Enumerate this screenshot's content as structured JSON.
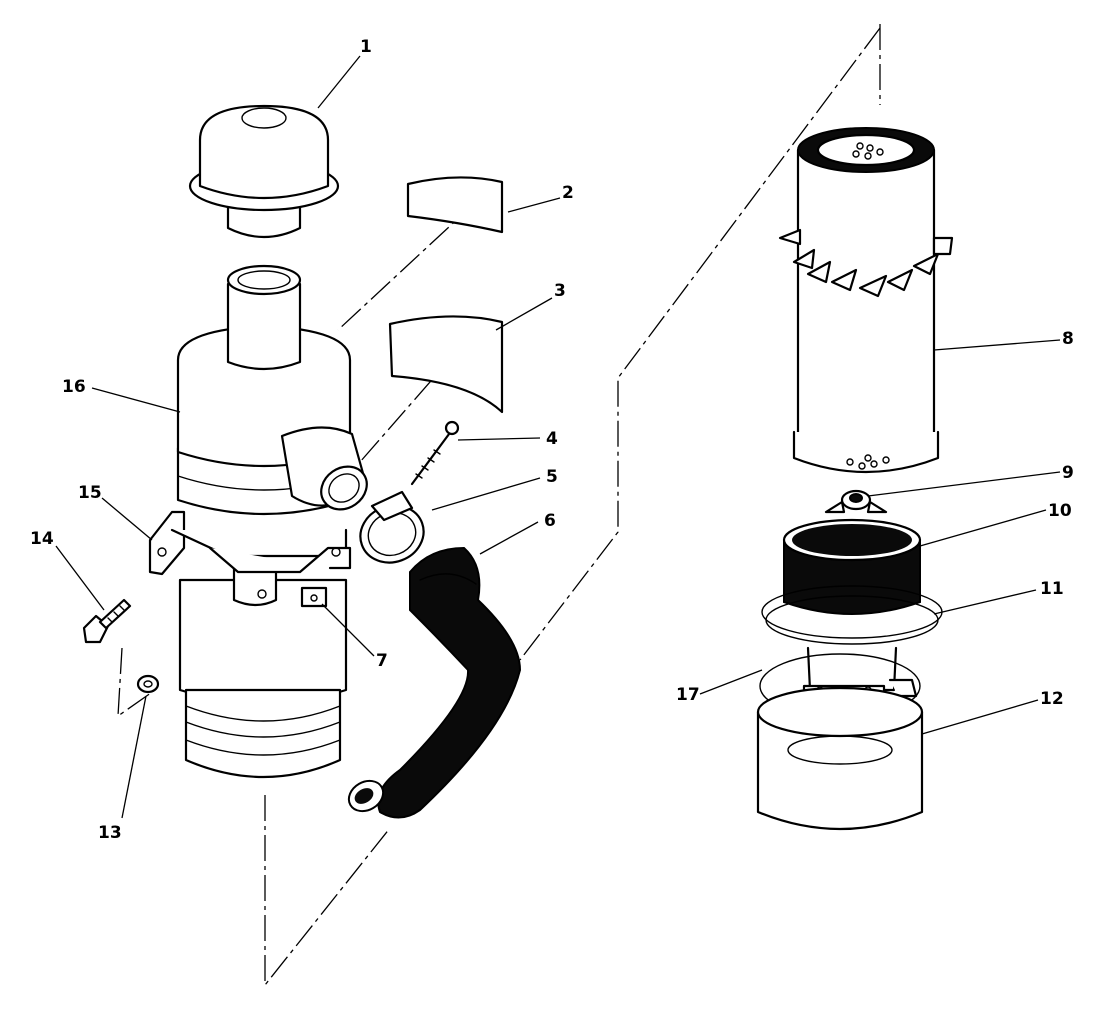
{
  "callouts": [
    {
      "id": "callout-1",
      "label": "1"
    },
    {
      "id": "callout-2",
      "label": "2"
    },
    {
      "id": "callout-3",
      "label": "3"
    },
    {
      "id": "callout-4",
      "label": "4"
    },
    {
      "id": "callout-5",
      "label": "5"
    },
    {
      "id": "callout-6",
      "label": "6"
    },
    {
      "id": "callout-7",
      "label": "7"
    },
    {
      "id": "callout-8",
      "label": "8"
    },
    {
      "id": "callout-9",
      "label": "9"
    },
    {
      "id": "callout-10",
      "label": "10"
    },
    {
      "id": "callout-11",
      "label": "11"
    },
    {
      "id": "callout-12",
      "label": "12"
    },
    {
      "id": "callout-13",
      "label": "13"
    },
    {
      "id": "callout-14",
      "label": "14"
    },
    {
      "id": "callout-15",
      "label": "15"
    },
    {
      "id": "callout-16",
      "label": "16"
    },
    {
      "id": "callout-17",
      "label": "17"
    }
  ]
}
